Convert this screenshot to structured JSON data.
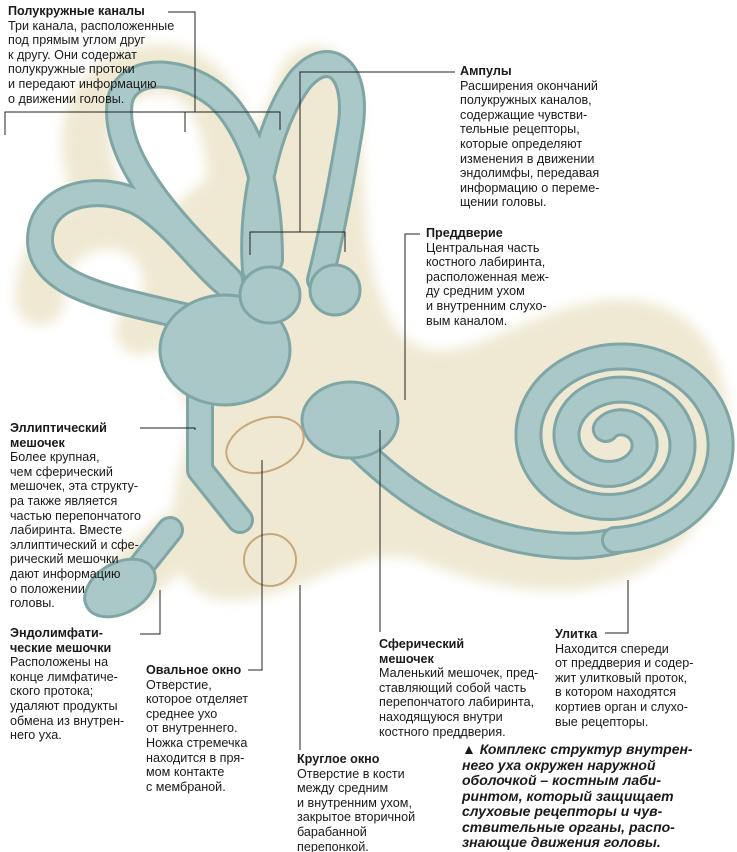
{
  "labels": {
    "semicircular": {
      "title": "Полукружные каналы",
      "text": "Три канала, расположенные\nпод прямым углом друг\nк другу. Они содержат\nполукружные протоки\nи передают информацию\nо движении головы."
    },
    "ampulla": {
      "title": "Ампулы",
      "text": "Расширения окончаний\nполукружных каналов,\nсодержащие чувстви-\nтельные рецепторы,\nкоторые определяют\nизменения в движении\nэндолимфы, передавая\nинформацию о переме-\nщении головы."
    },
    "vestibule": {
      "title": "Преддверие",
      "text": "Центральная часть\nкостного лабиринта,\nрасположенная меж-\nду средним ухом\nи внутренним слухо-\nвым каналом."
    },
    "utricle": {
      "title": "Эллиптический\nмешочек",
      "text": "Более крупная,\nчем сферический\nмешочек, эта структу-\nра также является\nчастью перепончатого\nлабиринта. Вместе\nэллиптический и сфе-\nрический мешочки\nдают информацию\nо положении\nголовы."
    },
    "endolymphatic": {
      "title": "Эндолимфати-\nческие мешочки",
      "text": "Расположены на\nконце лимфатиче-\nского протока;\nудаляют продукты\nобмена из внутрен-\nнего уха."
    },
    "oval_window": {
      "title": "Овальное окно",
      "text": "Отверстие,\nкоторое отделяет\nсреднее ухо\nот внутреннего.\nНожка стремечка\nнаходится в пря-\nмом контакте\nс мембраной."
    },
    "round_window": {
      "title": "Круглое окно",
      "text": "Отверстие в кости\nмежду средним\nи внутренним ухом,\nзакрытое вторичной\nбарабанной\nперепонкой."
    },
    "saccule": {
      "title": "Сферический\nмешочек",
      "text": "Маленький мешочек, пред-\nставляющий собой часть\nперепончатого лабиринта,\nнаходящуюся внутри\nкостного преддверия."
    },
    "cochlea": {
      "title": "Улитка",
      "text": "Находится спереди\nот преддверия и содер-\nжит улитковый проток,\nв котором находятся\nкортиев орган и слухо-\nвые рецепторы."
    }
  },
  "caption": "▲ Комплекс структур внутрен-\nнего уха окружен наружной\nоболочкой – костным лаби-\nринтом, который защищает\nслуховые рецепторы и чув-\nствительные органы, распо-\nзнающие движения головы.",
  "colors": {
    "bone": "#efe9d3",
    "membrane": "#a9c8c7",
    "membrane_edge": "#7fa5a5",
    "lines": "#222222"
  }
}
